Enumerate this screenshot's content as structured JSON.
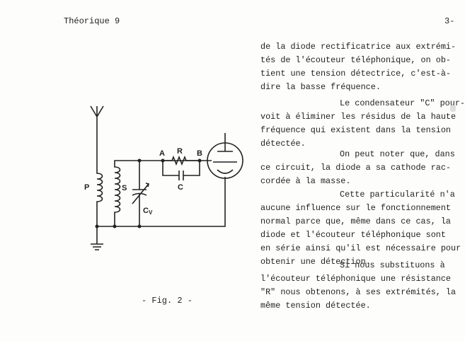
{
  "header": {
    "left": "Théorique 9",
    "right": "3-"
  },
  "figure": {
    "caption": "- Fig. 2 -",
    "labels": {
      "p": "P",
      "s": "S",
      "cv": "C",
      "cv_sub": "V",
      "a": "A",
      "b": "B",
      "r": "R",
      "c": "C"
    }
  },
  "paragraphs": [
    [
      "de la diode rectificatrice aux extrémi-",
      "tés de l'écouteur téléphonique, on ob-",
      "tient une tension détectrice, c'est-à-",
      "dire la basse fréquence."
    ],
    [
      "Le condensateur \"C\" pour-",
      "voit à éliminer les résidus de la haute",
      "fréquence qui existent dans la tension",
      "détectée."
    ],
    [
      "On peut noter que, dans",
      "ce circuit, la diode a sa cathode rac-",
      "cordée à la masse."
    ],
    [
      "Cette particularité n'a",
      "aucune influence sur le fonctionnement",
      "normal parce que, même dans ce cas, la",
      "diode et l'écouteur téléphonique sont",
      "en série ainsi qu'il est nécessaire pour",
      "obtenir une détection."
    ],
    [
      "Si nous substituons à",
      "l'écouteur téléphonique une résistance",
      "\"R\" nous obtenons, à ses extrémités, la",
      "même tension détectée."
    ]
  ]
}
